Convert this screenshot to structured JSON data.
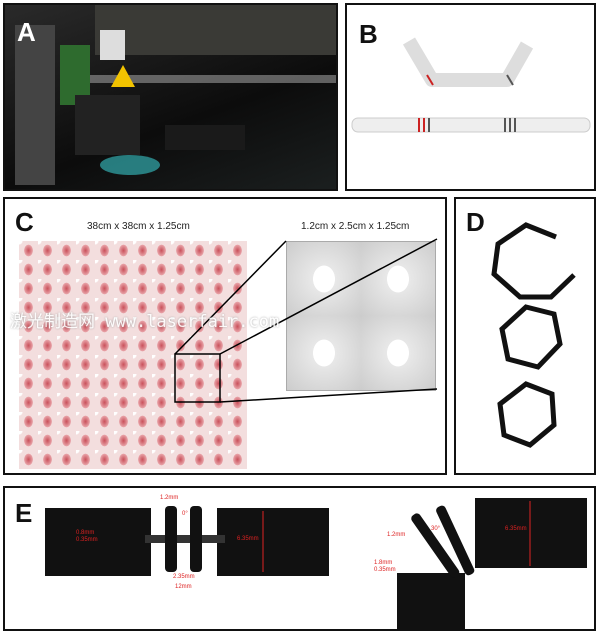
{
  "panels": {
    "a": "A",
    "b": "B",
    "c": "C",
    "d": "D",
    "e": "E"
  },
  "panel_c": {
    "full_dims": "38cm x 38cm x 1.25cm",
    "detail_dims": "1.2cm x 2.5cm x 1.25cm"
  },
  "watermark": "激光制造网 www.laserfair.com",
  "panel_e": {
    "straight": {
      "width": "1.2mm",
      "angle": "0°",
      "gap1": "0.8mm",
      "gap2": "0.35mm",
      "height": "6.35mm",
      "spacing": "2.35mm",
      "length": "12mm"
    },
    "bent": {
      "width": "1.2mm",
      "angle": "30°",
      "gap1": "1.8mm",
      "gap2": "0.35mm",
      "height": "6.35mm"
    }
  },
  "colors": {
    "accent": "#cc2a33",
    "dark": "#111111"
  }
}
